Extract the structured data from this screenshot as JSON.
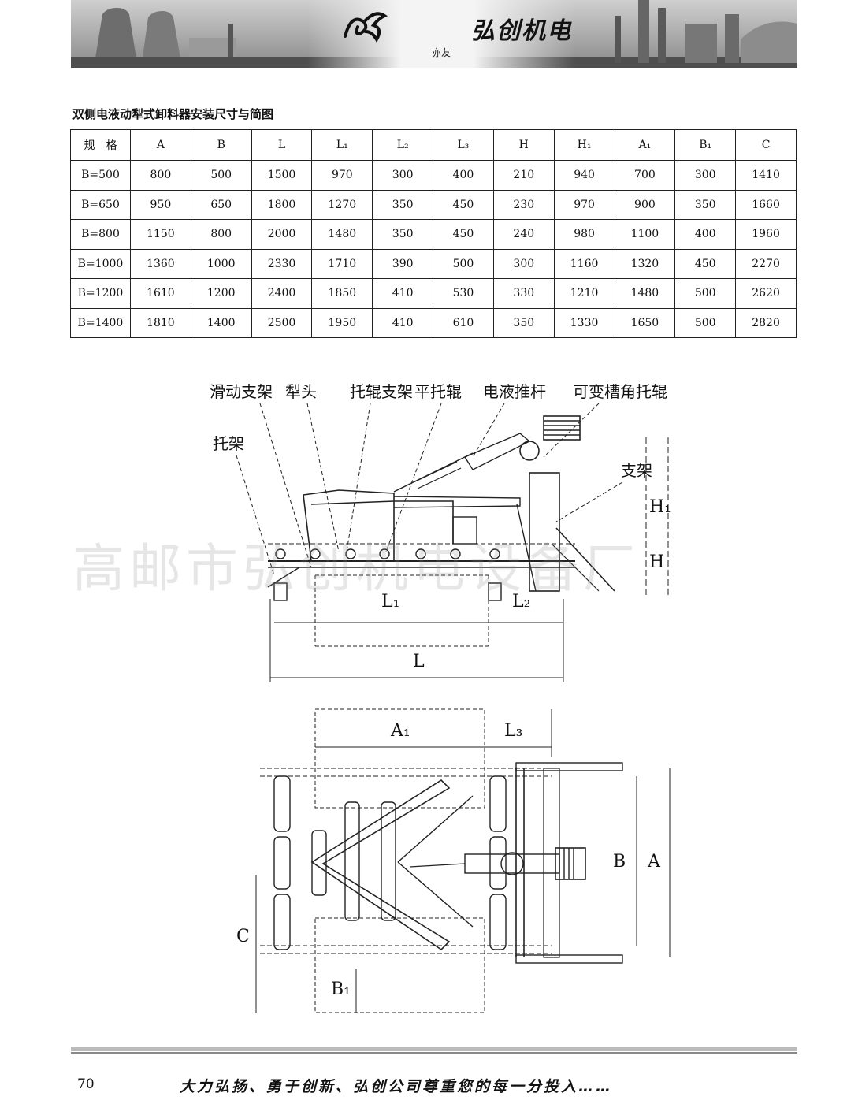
{
  "header": {
    "brand": "弘创机电",
    "brand_sub": "亦友"
  },
  "section_title": "双侧电液动犁式卸料器安装尺寸与简图",
  "table": {
    "headers": [
      "规　格",
      "A",
      "B",
      "L",
      "L₁",
      "L₂",
      "L₃",
      "H",
      "H₁",
      "A₁",
      "B₁",
      "C"
    ],
    "rows": [
      [
        "B=500",
        "800",
        "500",
        "1500",
        "970",
        "300",
        "400",
        "210",
        "940",
        "700",
        "300",
        "1410"
      ],
      [
        "B=650",
        "950",
        "650",
        "1800",
        "1270",
        "350",
        "450",
        "230",
        "970",
        "900",
        "350",
        "1660"
      ],
      [
        "B=800",
        "1150",
        "800",
        "2000",
        "1480",
        "350",
        "450",
        "240",
        "980",
        "1100",
        "400",
        "1960"
      ],
      [
        "B=1000",
        "1360",
        "1000",
        "2330",
        "1710",
        "390",
        "500",
        "300",
        "1160",
        "1320",
        "450",
        "2270"
      ],
      [
        "B=1200",
        "1610",
        "1200",
        "2400",
        "1850",
        "410",
        "530",
        "330",
        "1210",
        "1480",
        "500",
        "2620"
      ],
      [
        "B=1400",
        "1810",
        "1400",
        "2500",
        "1950",
        "410",
        "610",
        "350",
        "1330",
        "1650",
        "500",
        "2820"
      ]
    ]
  },
  "diagram": {
    "labels": {
      "sliding_bracket": "滑动支架",
      "plough_head": "犁头",
      "idler_bracket": "托辊支架",
      "flat_idler": "平托辊",
      "electro_hydraulic_pusher": "电液推杆",
      "variable_trough_idler": "可变槽角托辊",
      "carrier": "托架",
      "support": "支架"
    },
    "dims": {
      "L": "L",
      "L1": "L₁",
      "L2": "L₂",
      "L3": "L₃",
      "H": "H",
      "H1": "H₁",
      "A": "A",
      "A1": "A₁",
      "B": "B",
      "B1": "B₁",
      "C": "C"
    }
  },
  "watermark": "高邮市弘创机电设备厂",
  "footer": {
    "page_number": "70",
    "slogan": "大力弘扬、勇于创新、弘创公司尊重您的每一分投入……"
  }
}
